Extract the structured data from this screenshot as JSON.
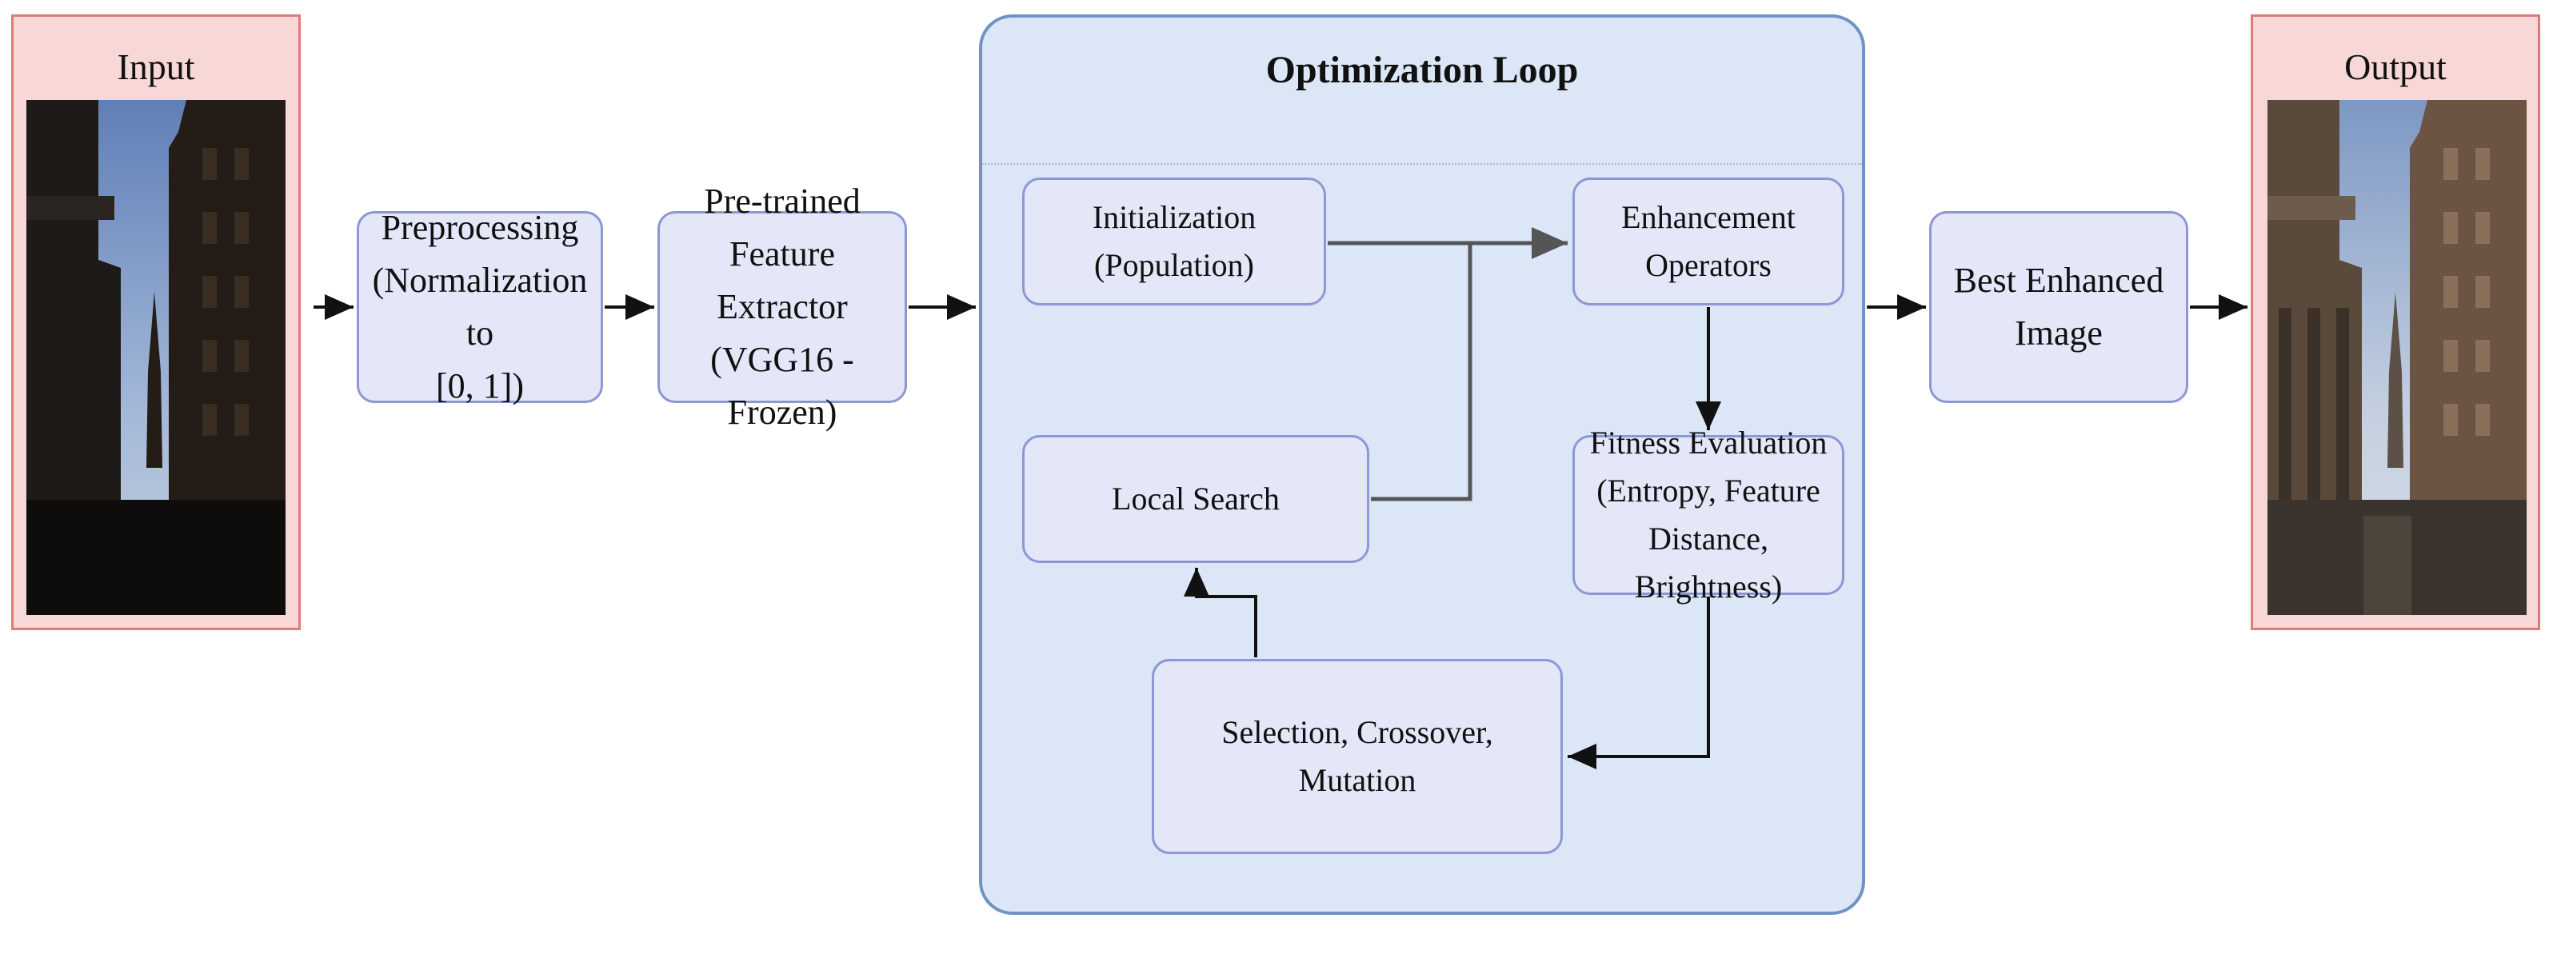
{
  "input": {
    "title": "Input"
  },
  "output": {
    "title": "Output"
  },
  "pipeline": {
    "preprocessing": [
      "Preprocessing",
      "(Normalization to",
      "[0, 1])"
    ],
    "feature_extractor": [
      "Pre-trained Feature",
      "Extractor",
      "(VGG16 - Frozen)"
    ],
    "best_image": [
      "Best Enhanced",
      "Image"
    ]
  },
  "loop": {
    "title": "Optimization Loop",
    "initialization": "Initialization (Population)",
    "enhancement": "Enhancement Operators",
    "fitness": [
      "Fitness Evaluation",
      "(Entropy, Feature",
      "Distance, Brightness)"
    ],
    "selection": "Selection, Crossover, Mutation",
    "local_search": "Local Search"
  },
  "colors": {
    "io_fill": "#f8d7d7",
    "io_border": "#e07a7a",
    "node_fill": "#e3e7f7",
    "node_border": "#8e96d6",
    "loop_fill": "#dbe7f6",
    "loop_border": "#6f93c4"
  }
}
